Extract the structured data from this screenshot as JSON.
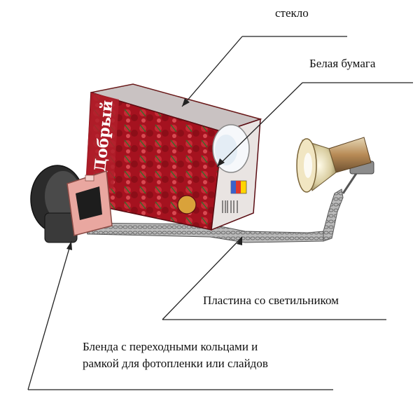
{
  "labels": {
    "glass": "стекло",
    "white_paper": "Белая бумага",
    "plate_with_lamp": "Пластина со светильником",
    "lens_hood_line1": "Бленда с переходными кольцами и",
    "lens_hood_line2": "рамкой для фотопленки или слайдов"
  },
  "box_brand": "Добрый",
  "colors": {
    "box_red": "#b01e2a",
    "box_dark": "#7a1018",
    "metal": "#9a9a9a",
    "hood_pink": "#e9a7a0",
    "line": "#222222"
  }
}
